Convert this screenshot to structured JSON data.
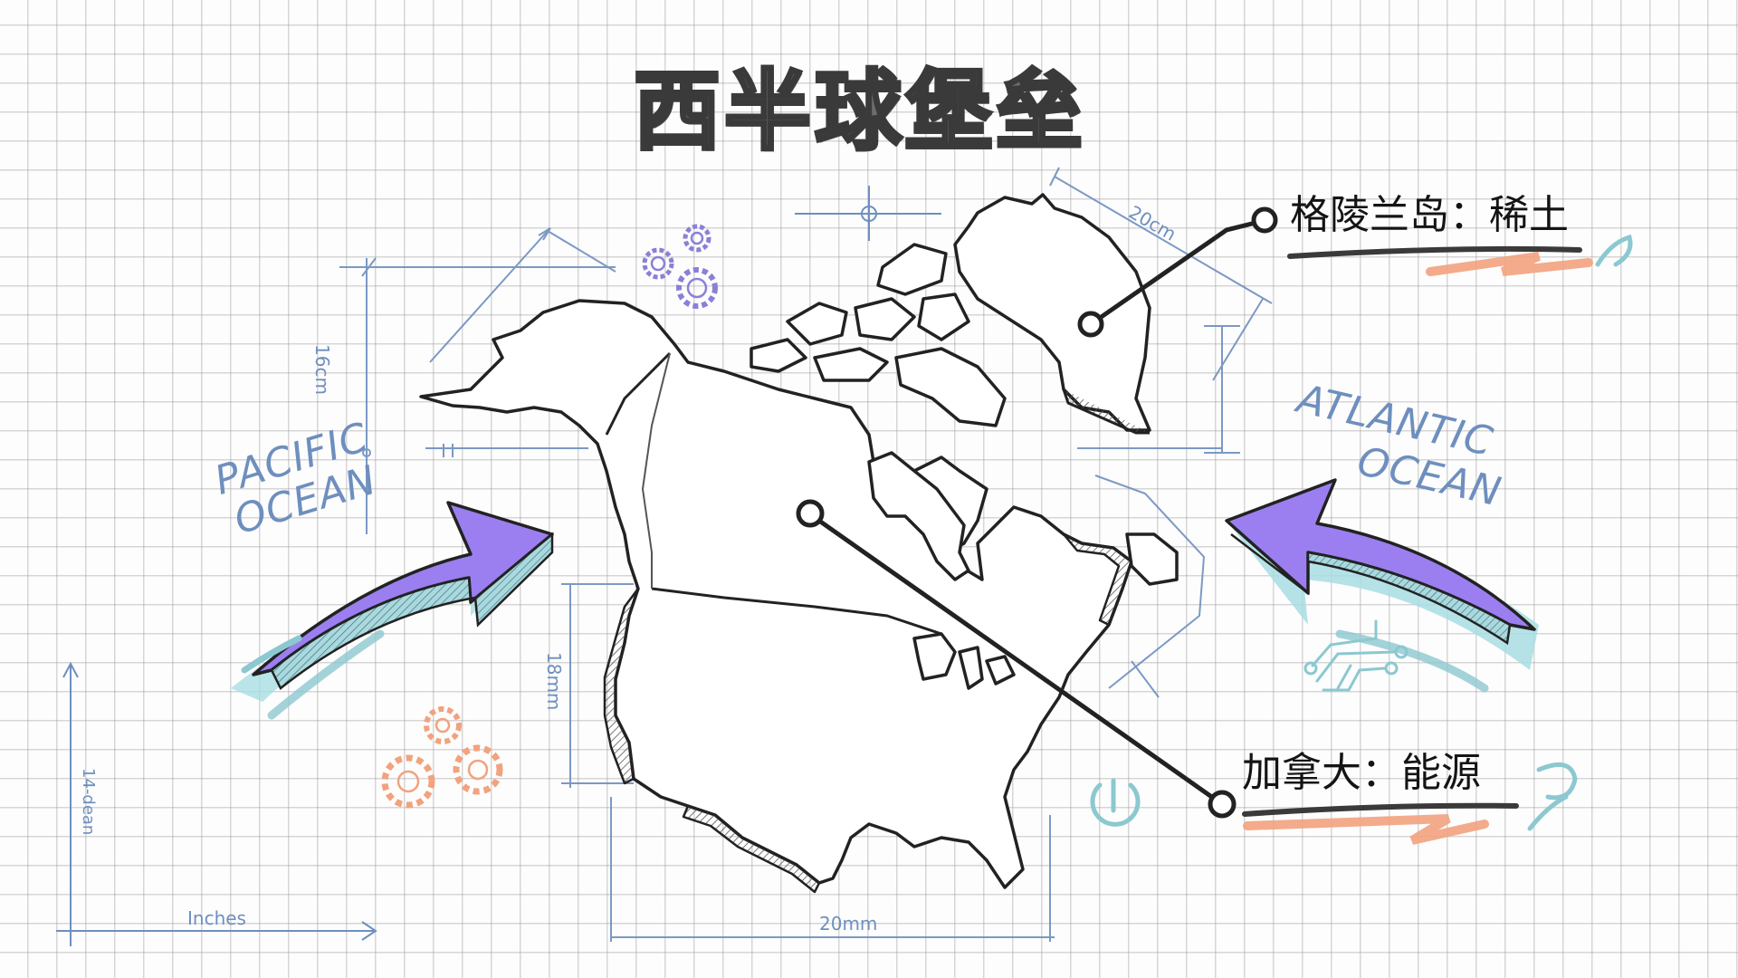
{
  "title": "西半球堡垒",
  "callouts": {
    "greenland": {
      "label": "格陵兰岛：稀土"
    },
    "canada": {
      "label": "加拿大：能源"
    }
  },
  "oceans": {
    "pacific": {
      "line1": "PACIFIC",
      "line2": "OCEAN"
    },
    "atlantic": {
      "line1": "ATLANTIC",
      "line2": "OCEAN"
    }
  },
  "dimensions": {
    "left_height": "16cm",
    "lower_height": "18mm",
    "bottom_width": "20mm",
    "greenland_width": "20cm",
    "axis_x": "Inches",
    "axis_y": "14-dean"
  },
  "icons": [
    "gear-cluster-purple",
    "gear-cluster-orange",
    "circuit-icon",
    "power-icon",
    "crosshair-icon",
    "arrow-right-purple",
    "arrow-left-purple"
  ],
  "colors": {
    "grid": "#c8c8c8",
    "ink": "#2a2a2a",
    "blueprint_blue": "#6e8fbe",
    "arrow_purple": "#9b7ff0",
    "teal": "#8cc8d0",
    "orange": "#f2a27e",
    "gear_purple": "#8a80d8"
  }
}
